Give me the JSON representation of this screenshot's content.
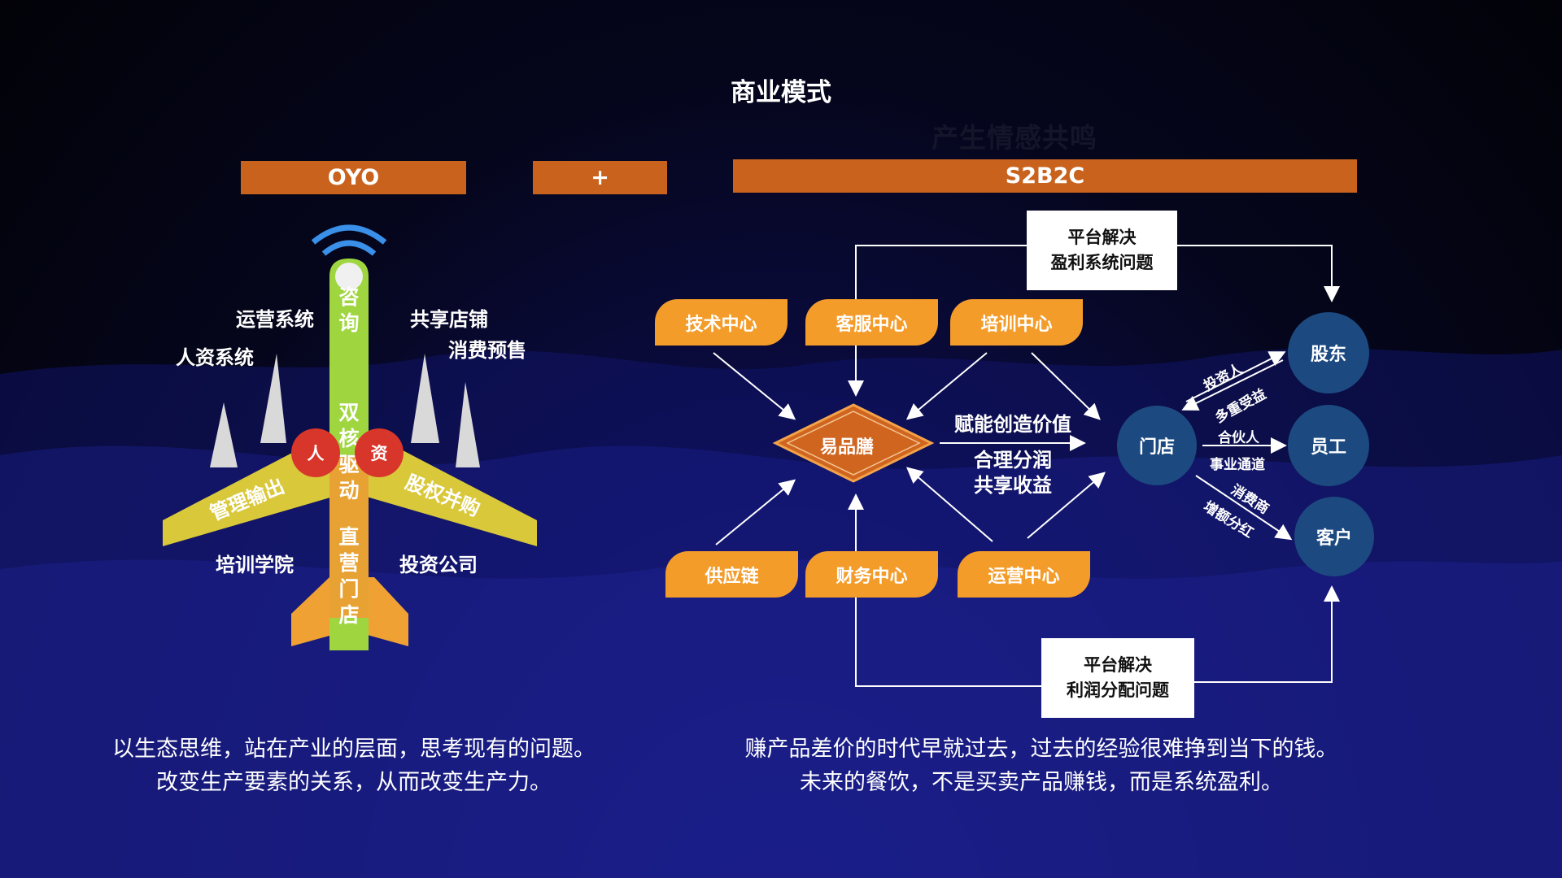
{
  "title": "商业模式",
  "ghost_text": "产生情感共鸣",
  "bars": {
    "left": "OYO",
    "plus": "+",
    "right": "S2B2C"
  },
  "plane": {
    "nose_text": "咨询",
    "core_text": "双核驱动",
    "tail_text": "直营门店",
    "left_wing": "管理输出",
    "right_wing": "股权并购",
    "red_left": "人",
    "red_right": "资",
    "labels": {
      "ops_system": "运营系统",
      "hr_system": "人资系统",
      "shared_store": "共享店铺",
      "presale": "消费预售",
      "academy": "培训学院",
      "invest_co": "投资公司"
    }
  },
  "flow": {
    "top_note": [
      "平台解决",
      "盈利系统问题"
    ],
    "bottom_note": [
      "平台解决",
      "利润分配问题"
    ],
    "top_boxes": [
      "技术中心",
      "客服中心",
      "培训中心"
    ],
    "bottom_boxes": [
      "供应链",
      "财务中心",
      "运营中心"
    ],
    "diamond": "易品膳",
    "empower": "赋能创造价值",
    "share": [
      "合理分润",
      "共享收益"
    ],
    "store": "门店",
    "shareholder": "股东",
    "staff": "员工",
    "customer": "客户",
    "edge_investor": "投资人",
    "edge_multi": "多重受益",
    "edge_partner": "合伙人",
    "edge_career": "事业通道",
    "edge_consumer": "消费商",
    "edge_dividend": "增额分红"
  },
  "captions": {
    "left": [
      "以生态思维，站在产业的层面，思考现有的问题。",
      "改变生产要素的关系，从而改变生产力。"
    ],
    "right": [
      "赚产品差价的时代早就过去，过去的经验很难挣到当下的钱。",
      "未来的餐饮，不是买卖产品赚钱，而是系统盈利。"
    ]
  },
  "colors": {
    "orange_bar": "#c9621d",
    "orange_box": "#f39c2a",
    "diamond": "#d0651f",
    "circle_blue": "#1c4a80",
    "plane_green": "#9fd640",
    "plane_yellow": "#d9c83a",
    "red": "#d8362a"
  }
}
